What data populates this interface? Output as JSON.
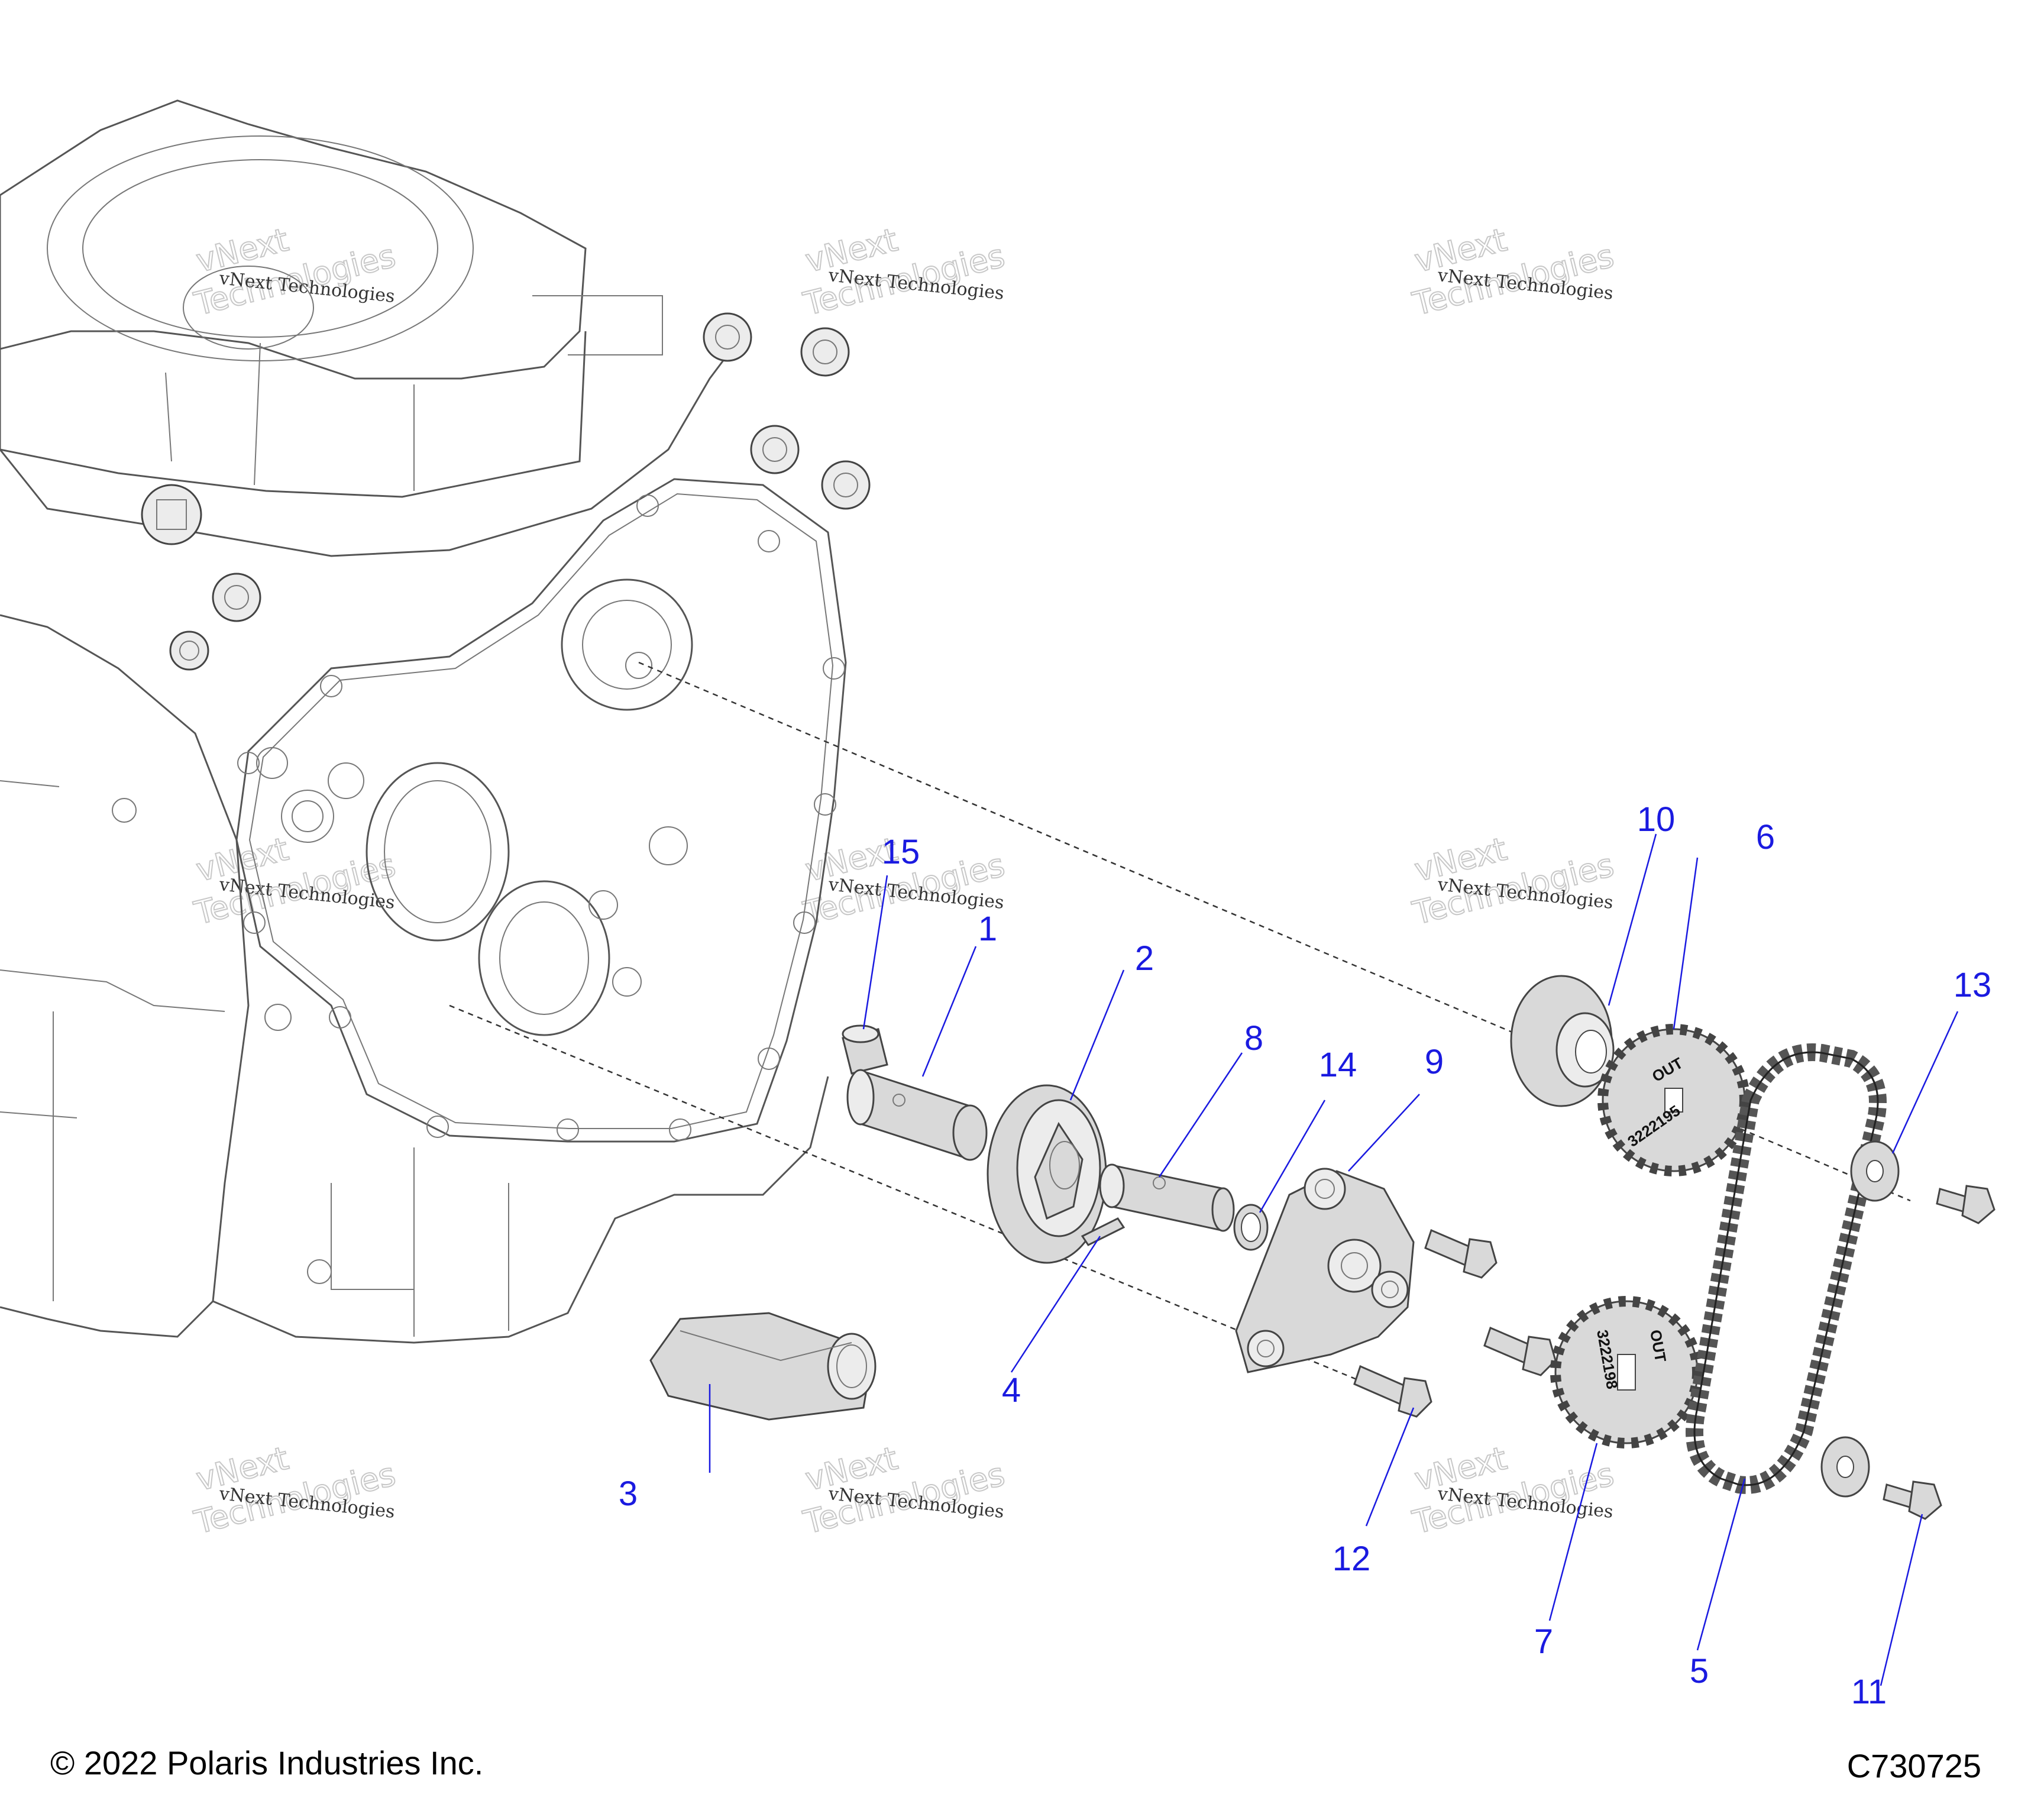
{
  "callouts": [
    {
      "id": "1",
      "label": "1"
    },
    {
      "id": "2",
      "label": "2"
    },
    {
      "id": "3",
      "label": "3"
    },
    {
      "id": "4",
      "label": "4"
    },
    {
      "id": "5",
      "label": "5"
    },
    {
      "id": "6",
      "label": "6"
    },
    {
      "id": "7",
      "label": "7"
    },
    {
      "id": "8",
      "label": "8"
    },
    {
      "id": "9",
      "label": "9"
    },
    {
      "id": "10",
      "label": "10"
    },
    {
      "id": "11",
      "label": "11"
    },
    {
      "id": "12",
      "label": "12"
    },
    {
      "id": "13",
      "label": "13"
    },
    {
      "id": "14",
      "label": "14"
    },
    {
      "id": "15",
      "label": "15"
    }
  ],
  "parts_text": {
    "sprocket_6_out": "OUT",
    "sprocket_6_number": "3222195",
    "sprocket_7_out": "OUT",
    "sprocket_7_number": "3222198"
  },
  "watermark": {
    "line1": "vNext Technologies",
    "big_word1": "vNext",
    "big_word2": "Technologies"
  },
  "footer": {
    "copyright": "© 2022 Polaris Industries Inc.",
    "diagram_id": "C730725"
  },
  "colors": {
    "callout": "#1a1ae0",
    "line_art": "#444444",
    "part_fill": "#d9d9d9"
  }
}
